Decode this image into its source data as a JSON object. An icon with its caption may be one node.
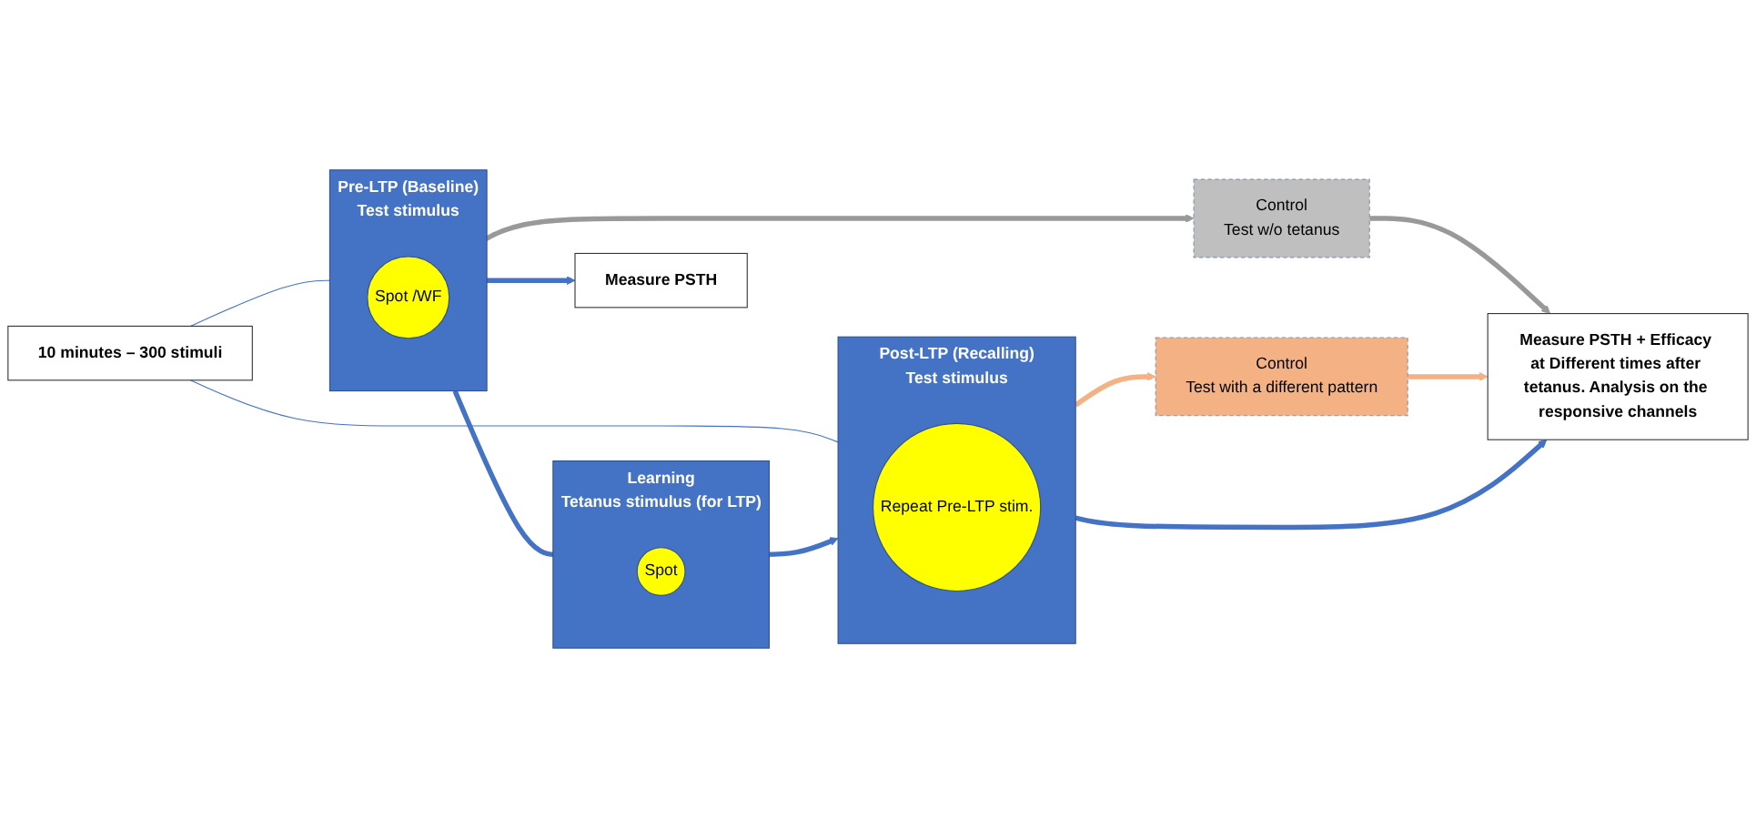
{
  "diagram": {
    "nodes": [
      {
        "text": [
          "10 minutes – 300 stimuli"
        ]
      },
      {
        "text": [
          "Pre-LTP (Baseline)",
          "Test stimulus"
        ]
      },
      {
        "text": [
          "Spot /WF"
        ],
        "in": 1
      },
      {
        "text": [
          "Learning",
          "Tetanus stimulus (for LTP)"
        ]
      },
      {
        "text": [
          "Spot"
        ],
        "in": 3
      },
      {
        "text": [
          "Post-LTP (Recalling)",
          "Test stimulus"
        ]
      },
      {
        "text": [
          "Repeat Pre-LTP stim."
        ],
        "in": 5
      },
      {
        "text": [
          "Control",
          "Test with a different pattern"
        ]
      },
      {
        "text": [
          "Measure PSTH"
        ]
      },
      {
        "text": [
          "Control",
          "Test w/o tetanus"
        ]
      },
      {
        "text": [
          "Measure PSTH + Efficacy at Different times after tetanus. Analysis on the responsive channels"
        ]
      }
    ],
    "edges": [
      {
        "from": 0,
        "to": 1,
        "arrow": "none"
      },
      {
        "from": 0,
        "to": 5,
        "arrow": "none"
      },
      {
        "from": 1,
        "to": 3,
        "arrow": "to"
      },
      {
        "from": 3,
        "to": 5,
        "arrow": "to"
      },
      {
        "from": 5,
        "to": 7,
        "arrow": "to",
        "color": "#f4b183"
      },
      {
        "from": 1,
        "to": 8,
        "arrow": "to"
      },
      {
        "from": 1,
        "to": 9,
        "arrow": "to",
        "color": "#999999"
      },
      {
        "from": 9,
        "to": 10,
        "arrow": "to",
        "color": "#999999"
      },
      {
        "from": 5,
        "to": 10,
        "arrow": "to"
      },
      {
        "from": 7,
        "to": 10,
        "arrow": "to",
        "color": "#f4b183"
      }
    ]
  }
}
